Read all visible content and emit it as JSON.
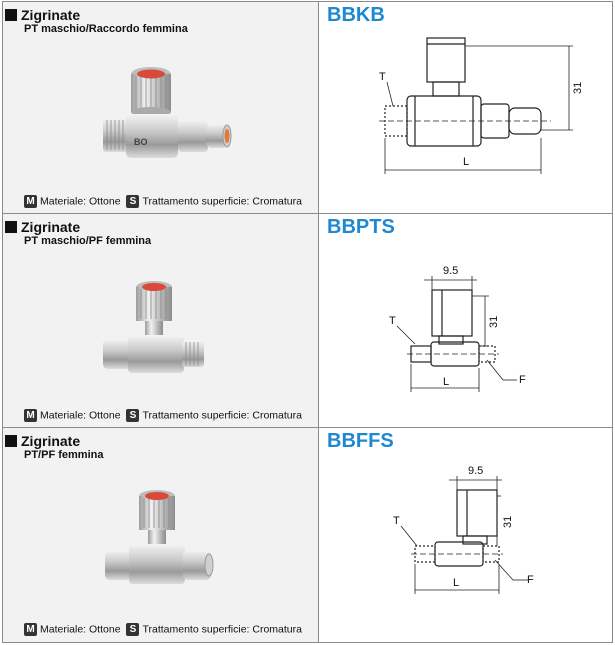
{
  "products": [
    {
      "title": "Zigrinate",
      "subtitle": "PT maschio/Raccordo femmina",
      "code": "BBKB",
      "material_badge": "M",
      "material_text": "Materiale: Ottone",
      "surface_badge": "S",
      "surface_text": "Trattamento superficie: Cromatura",
      "dims": {
        "t": "T",
        "l": "L",
        "height": "31"
      },
      "photo_marking": "BO"
    },
    {
      "title": "Zigrinate",
      "subtitle": "PT maschio/PF femmina",
      "code": "BBPTS",
      "material_badge": "M",
      "material_text": "Materiale: Ottone",
      "surface_badge": "S",
      "surface_text": "Trattamento superficie: Cromatura",
      "dims": {
        "t": "T",
        "l": "L",
        "f": "F",
        "height": "31",
        "width": "9.5"
      }
    },
    {
      "title": "Zigrinate",
      "subtitle": "PT/PF femmina",
      "code": "BBFFS",
      "material_badge": "M",
      "material_text": "Materiale: Ottone",
      "surface_badge": "S",
      "surface_text": "Trattamento superficie: Cromatura",
      "dims": {
        "t": "T",
        "l": "L",
        "f": "F",
        "height": "31",
        "width": "9.5"
      }
    }
  ],
  "colors": {
    "code": "#1e88d2",
    "badge": "#333333",
    "left_bg": "#f2f2f2"
  }
}
